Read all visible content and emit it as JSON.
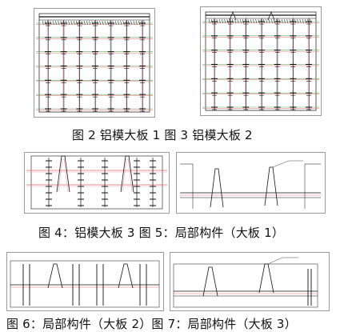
{
  "captions": {
    "row1": "图 2 铝模大板 1 图 3 铝模大板 2",
    "row2": "图 4：铝模大板 3 图 5：局部构件（大板 1）",
    "row3": "图 6：局部构件（大板 2）图 7：局部构件（大板 3）"
  },
  "colors": {
    "line": "#111111",
    "grid_red": "#e06a6a",
    "grid_green": "#57b05a",
    "grid_pink": "#e9a6c1",
    "frame": "#9a9a9a"
  }
}
